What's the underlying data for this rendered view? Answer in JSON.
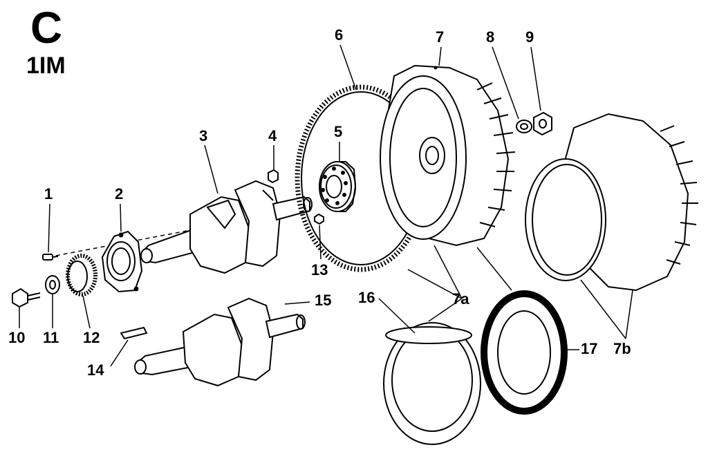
{
  "title": {
    "letter": "C",
    "model": "1IM"
  },
  "callouts": [
    {
      "id": "p1",
      "text": "1"
    },
    {
      "id": "p2",
      "text": "2"
    },
    {
      "id": "p3",
      "text": "3"
    },
    {
      "id": "p4",
      "text": "4"
    },
    {
      "id": "p5",
      "text": "5"
    },
    {
      "id": "p6",
      "text": "6"
    },
    {
      "id": "p7",
      "text": "7"
    },
    {
      "id": "p8",
      "text": "8"
    },
    {
      "id": "p9",
      "text": "9"
    },
    {
      "id": "p10",
      "text": "10"
    },
    {
      "id": "p11",
      "text": "11"
    },
    {
      "id": "p12",
      "text": "12"
    },
    {
      "id": "p13",
      "text": "13"
    },
    {
      "id": "p14",
      "text": "14"
    },
    {
      "id": "p15",
      "text": "15"
    },
    {
      "id": "p16",
      "text": "16"
    },
    {
      "id": "p17",
      "text": "17"
    },
    {
      "id": "p7a",
      "text": "7a"
    },
    {
      "id": "p7b",
      "text": "7b"
    }
  ]
}
